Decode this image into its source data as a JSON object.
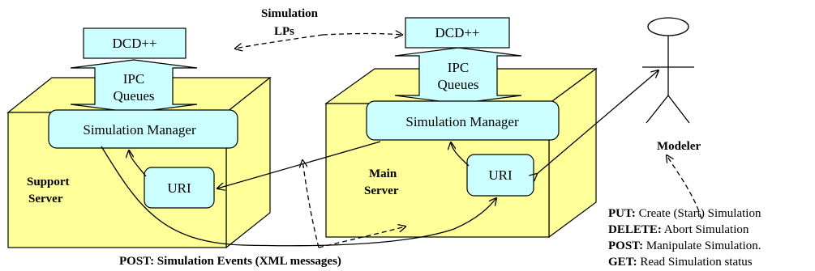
{
  "colors": {
    "server_box": "#ffff99",
    "component": "#ccffff",
    "line": "#000000"
  },
  "labels": {
    "simulation_lps": [
      "Simulation",
      "LPs"
    ],
    "modeler": "Modeler",
    "post_events": "POST: Simulation Events (XML messages)"
  },
  "support_server": {
    "name": [
      "Support",
      "Server"
    ],
    "dcd": "DCD++",
    "ipc": [
      "IPC",
      "Queues"
    ],
    "manager": "Simulation Manager",
    "uri": "URI"
  },
  "main_server": {
    "name": [
      "Main",
      "Server"
    ],
    "dcd": "DCD++",
    "ipc": [
      "IPC",
      "Queues"
    ],
    "manager": "Simulation Manager",
    "uri": "URI"
  },
  "rest_operations": [
    {
      "method": "PUT:",
      "desc": " Create (Start) Simulation"
    },
    {
      "method": "DELETE:",
      "desc": " Abort Simulation"
    },
    {
      "method": "POST:",
      "desc": " Manipulate Simulation."
    },
    {
      "method": "GET:",
      "desc": " Read Simulation status"
    }
  ]
}
